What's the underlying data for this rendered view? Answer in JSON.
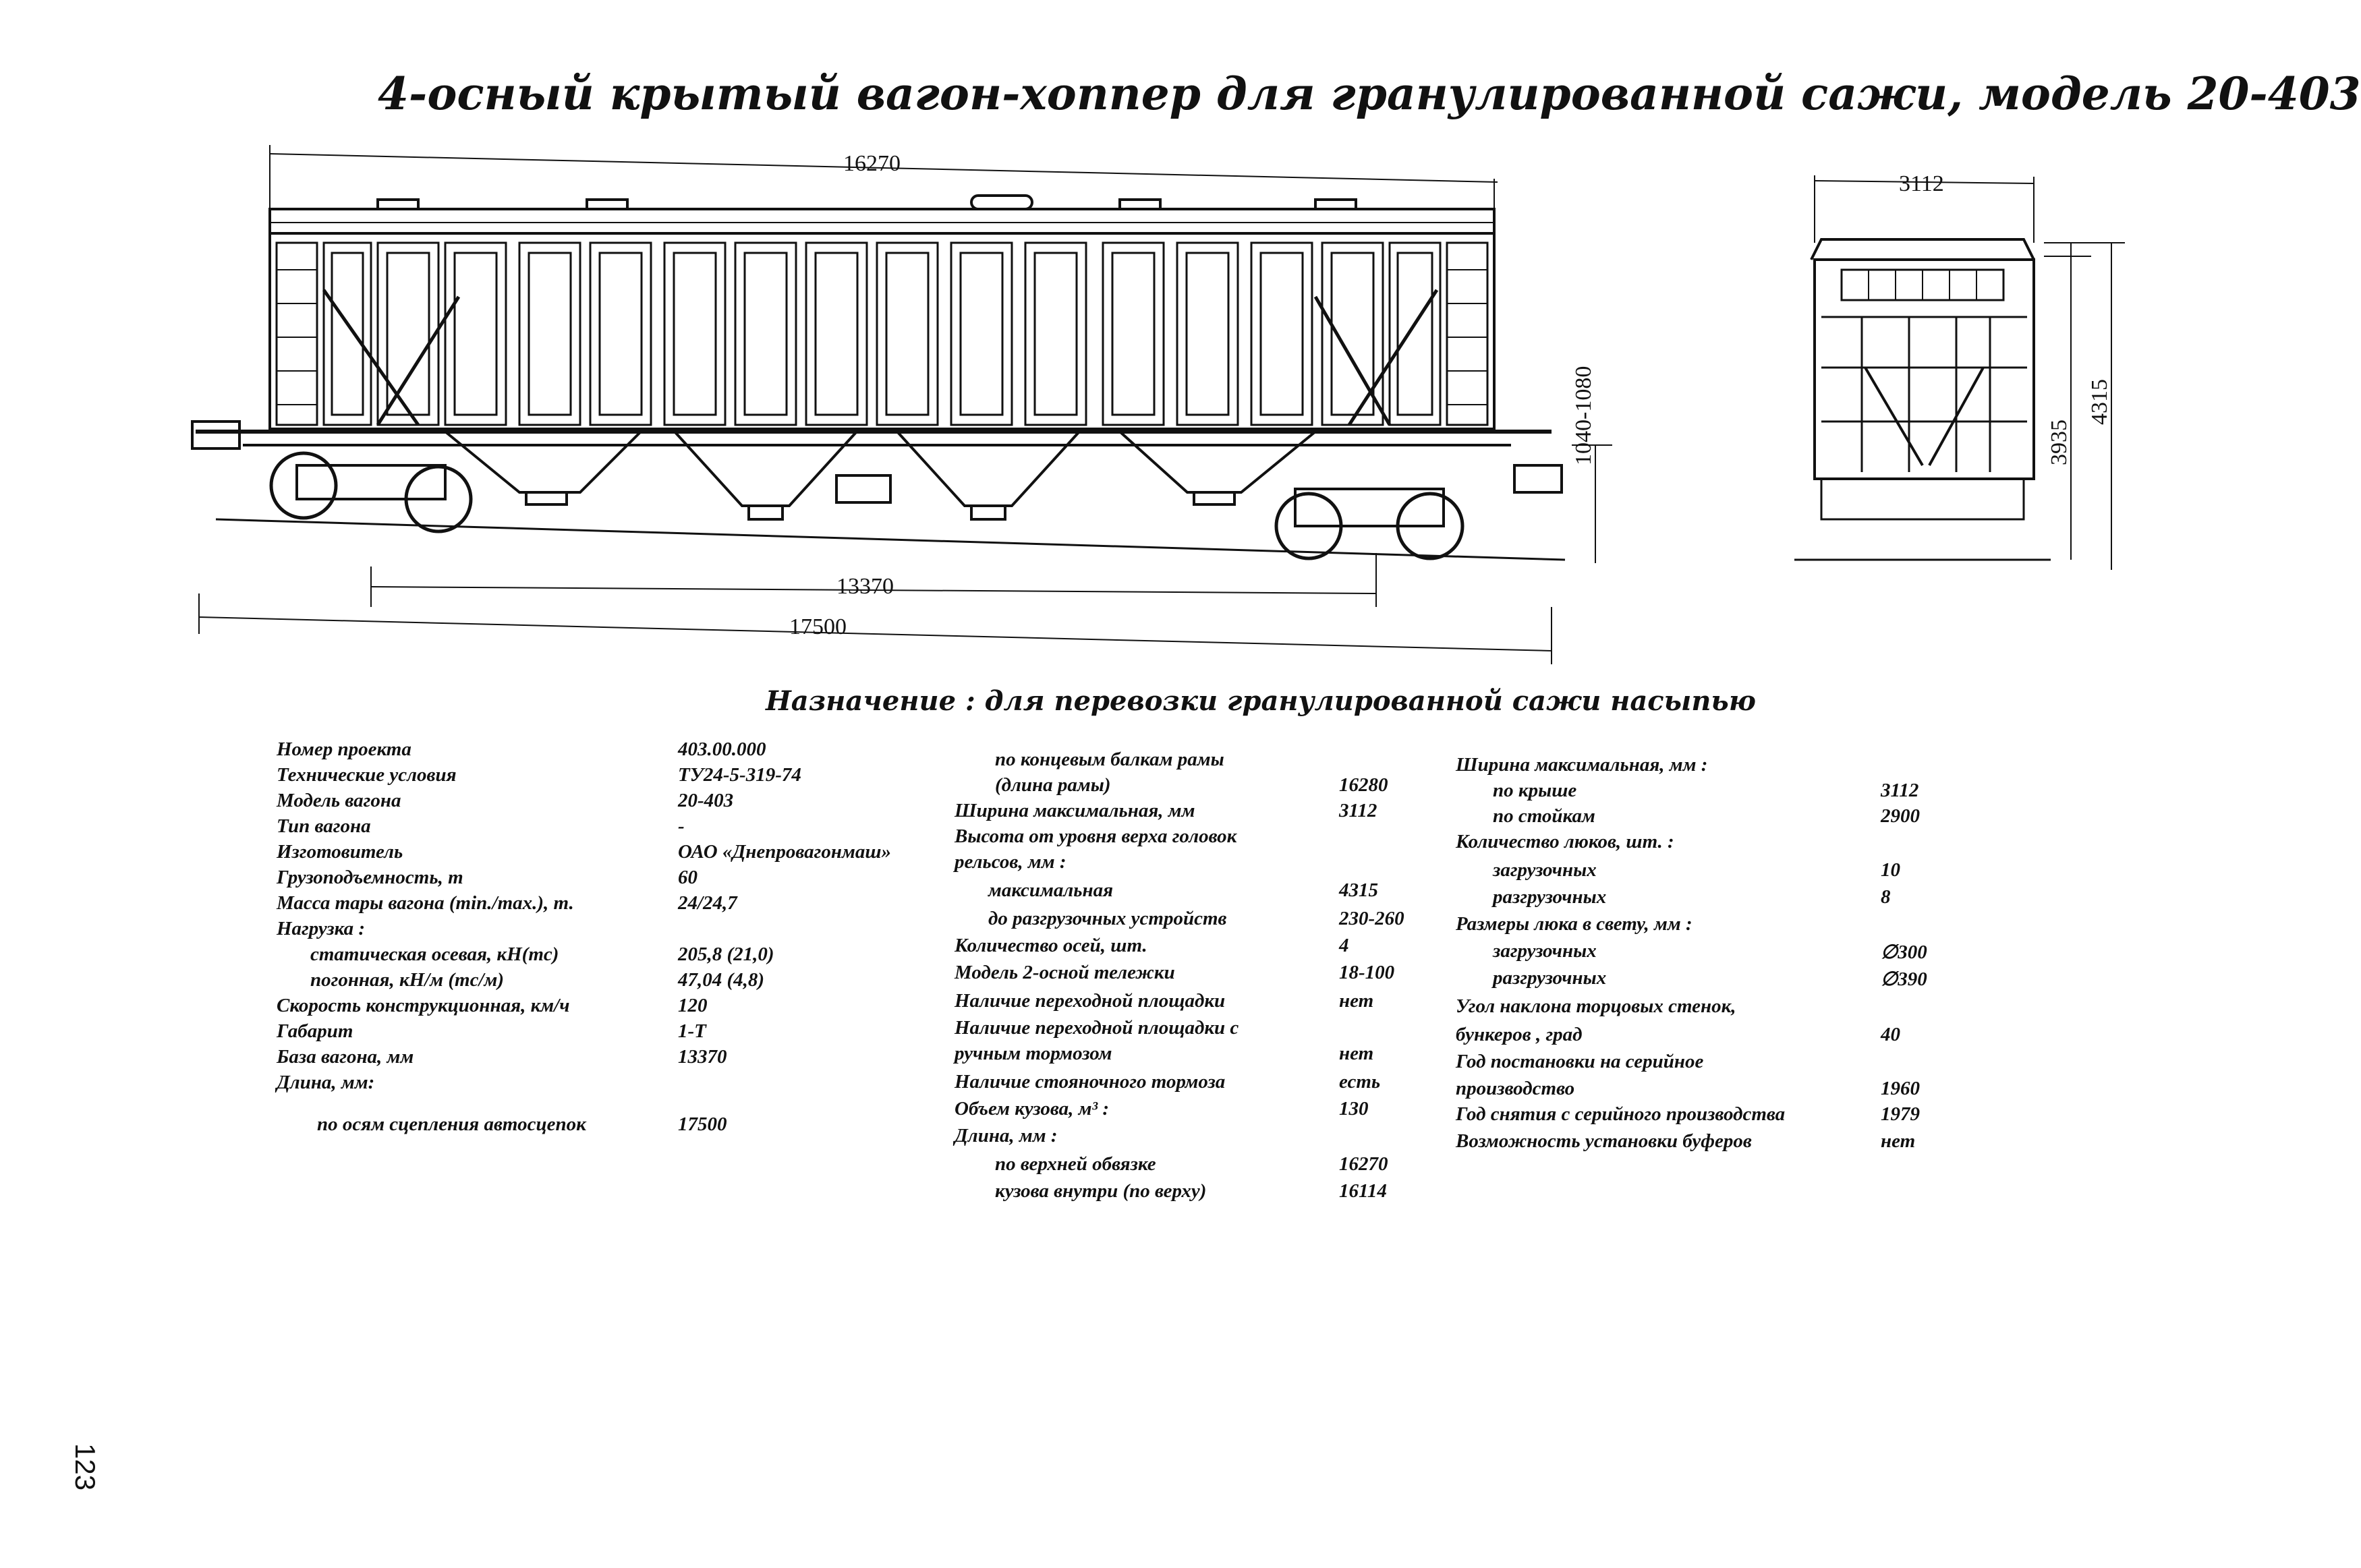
{
  "title": "4-осный крытый вагон-хоппер для гранулированной сажи, модель 20-403",
  "purpose": "Назначение : для перевозки гранулированной сажи насыпью",
  "drawing": {
    "side_view": {
      "dim_top": "16270",
      "dim_height": "1040-1080",
      "dim_base": "13370",
      "dim_total": "17500"
    },
    "end_view": {
      "dim_width": "3112",
      "dim_h1": "3935",
      "dim_h2": "4315"
    }
  },
  "specs": {
    "col1": [
      {
        "label": "Номер проекта",
        "value": "403.00.000"
      },
      {
        "label": "Технические условия",
        "value": "ТУ24-5-319-74"
      },
      {
        "label": "Модель вагона",
        "value": "20-403"
      },
      {
        "label": "Тип вагона",
        "value": "-"
      },
      {
        "label": "Изготовитель",
        "value": "ОАО «Днепровагонмаш»"
      },
      {
        "label": "Грузоподъемность, т",
        "value": "60"
      },
      {
        "label": "Масса тары вагона (min./max.), т.",
        "value": "24/24,7"
      },
      {
        "label": "Нагрузка :",
        "value": ""
      },
      {
        "label": "статическая осевая, кН(тс)",
        "value": "205,8 (21,0)"
      },
      {
        "label": "погонная, кН/м (тс/м)",
        "value": "47,04 (4,8)"
      },
      {
        "label": "Скорость конструкционная, км/ч",
        "value": "120"
      },
      {
        "label": "Габарит",
        "value": "1-Т"
      },
      {
        "label": "База вагона, мм",
        "value": "13370"
      },
      {
        "label": "Длина, мм:",
        "value": ""
      },
      {
        "label": "по осям сцепления автосцепок",
        "value": "17500"
      }
    ],
    "col2": [
      {
        "label": "по концевым балкам рамы",
        "value": ""
      },
      {
        "label": "(длина рамы)",
        "value": "16280"
      },
      {
        "label": "Ширина максимальная, мм",
        "value": "3112"
      },
      {
        "label": "Высота от уровня верха головок",
        "value": ""
      },
      {
        "label": "рельсов, мм :",
        "value": ""
      },
      {
        "label": "максимальная",
        "value": "4315"
      },
      {
        "label": "до разгрузочных устройств",
        "value": "230-260"
      },
      {
        "label": "Количество осей, шт.",
        "value": "4"
      },
      {
        "label": "Модель 2-осной тележки",
        "value": "18-100"
      },
      {
        "label": "Наличие переходной площадки",
        "value": "нет"
      },
      {
        "label": "Наличие переходной площадки с",
        "value": ""
      },
      {
        "label": "ручным тормозом",
        "value": "нет"
      },
      {
        "label": "Наличие стояночного тормоза",
        "value": "есть"
      },
      {
        "label": "Объем кузова, м³ :",
        "value": "130"
      },
      {
        "label": "Длина, мм :",
        "value": ""
      },
      {
        "label": "по верхней обвязке",
        "value": "16270"
      },
      {
        "label": "кузова внутри (по верху)",
        "value": "16114"
      }
    ],
    "col3": [
      {
        "label": "Ширина максимальная, мм :",
        "value": ""
      },
      {
        "label": "по крыше",
        "value": "3112"
      },
      {
        "label": "по стойкам",
        "value": "2900"
      },
      {
        "label": "Количество люков, шт. :",
        "value": ""
      },
      {
        "label": "загрузочных",
        "value": "10"
      },
      {
        "label": "разгрузочных",
        "value": "8"
      },
      {
        "label": "Размеры люка в свету, мм :",
        "value": ""
      },
      {
        "label": "загрузочных",
        "value": "∅300"
      },
      {
        "label": "разгрузочных",
        "value": "∅390"
      },
      {
        "label": "Угол наклона торцовых стенок,",
        "value": ""
      },
      {
        "label": "бункеров , град",
        "value": "40"
      },
      {
        "label": "Год постановки на серийное",
        "value": ""
      },
      {
        "label": "производство",
        "value": "1960"
      },
      {
        "label": "Год снятия с серийного производства",
        "value": "1979"
      },
      {
        "label": "Возможность установки буферов",
        "value": "нет"
      }
    ]
  },
  "page_number": "123"
}
